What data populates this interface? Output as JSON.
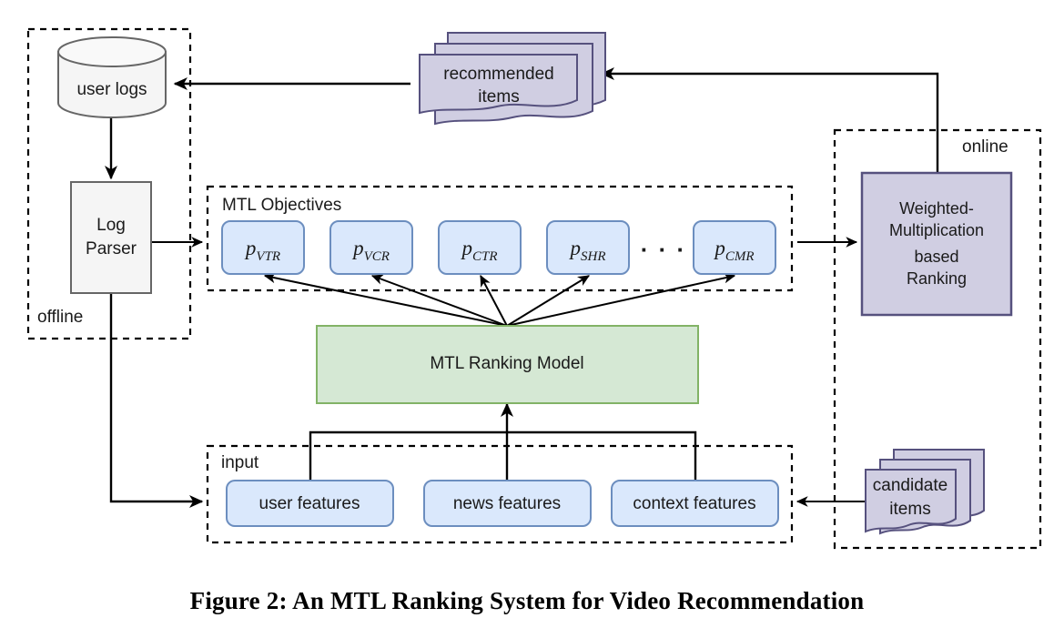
{
  "figure": {
    "caption": "Figure 2: An MTL Ranking System for Video Recommendation"
  },
  "regions": {
    "offline": {
      "label": "offline"
    },
    "online": {
      "label": "online"
    },
    "mtl_objectives": {
      "label": "MTL Objectives"
    },
    "input": {
      "label": "input"
    }
  },
  "nodes": {
    "user_logs": {
      "label": "user logs",
      "shape": "cylinder"
    },
    "log_parser": {
      "label_line1": "Log",
      "label_line2": "Parser",
      "shape": "rectangle"
    },
    "mtl_ranking_model": {
      "label": "MTL Ranking Model",
      "shape": "rectangle"
    },
    "ranking": {
      "label_line1": "Weighted-",
      "label_line2": "Multiplication",
      "label_line3": "based",
      "label_line4": "Ranking",
      "shape": "rectangle"
    },
    "recommended_items": {
      "label_line1": "recommended",
      "label_line2": "items",
      "shape": "document-stack"
    },
    "candidate_items": {
      "label_line1": "candidate",
      "label_line2": "items",
      "shape": "document-stack"
    }
  },
  "objectives": [
    {
      "base": "p",
      "sub": "VTR"
    },
    {
      "base": "p",
      "sub": "VCR"
    },
    {
      "base": "p",
      "sub": "CTR"
    },
    {
      "base": "p",
      "sub": "SHR"
    },
    {
      "base": "p",
      "sub": "CMR"
    }
  ],
  "objectives_ellipsis": "· · ·",
  "features": [
    {
      "label": "user features"
    },
    {
      "label": "news features"
    },
    {
      "label": "context features"
    }
  ],
  "colors": {
    "blue_fill": "#dae8fc",
    "blue_stroke": "#6c8ebf",
    "green_fill": "#d5e8d4",
    "green_stroke": "#82b366",
    "purple_fill": "#d0cee2",
    "purple_stroke": "#56517e",
    "gray_fill": "#f5f5f5",
    "gray_stroke": "#666666",
    "edge": "#000000"
  }
}
